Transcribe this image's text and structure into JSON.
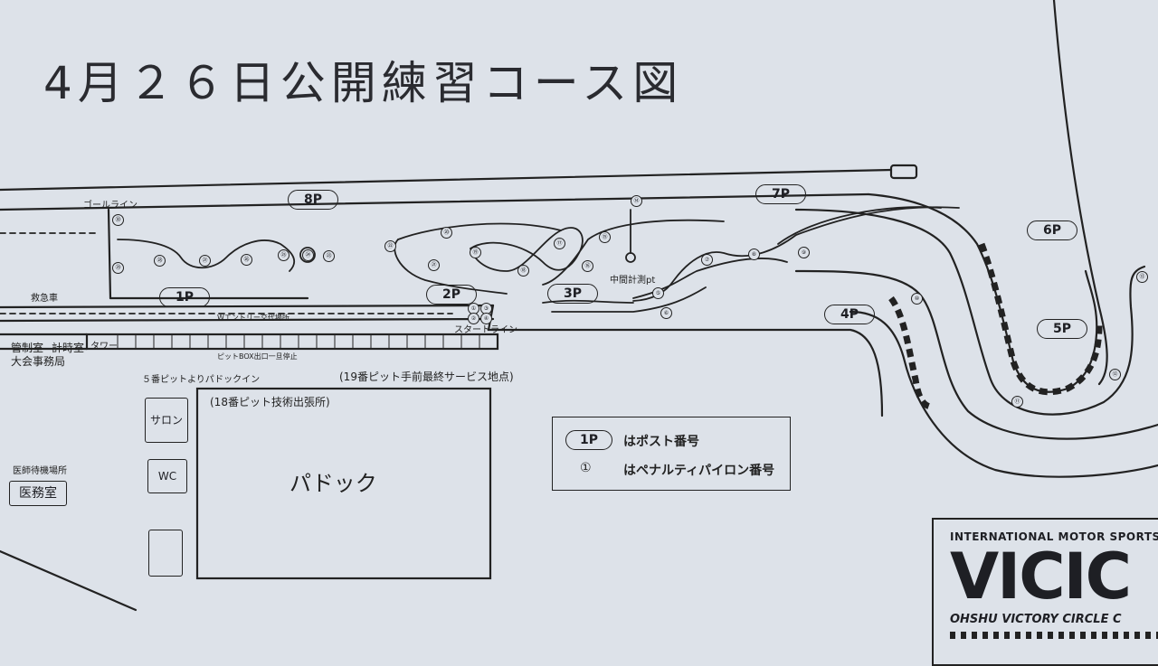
{
  "title": "4月２６日公開練習コース図",
  "labels": {
    "goal_line": "ゴールライン",
    "ambulance": "救急車",
    "w_entry": "Wエントリー交代場所",
    "start_line": "スタートライン",
    "pit_box_exit": "ピットBOX出口一旦停止",
    "control_room": "管制室",
    "timing_room": "計時室",
    "tower": "タワー",
    "office": "大会事務局",
    "paddock_in": "５番ピットよりパドックイン",
    "tech_booth": "(18番ピット技術出張所)",
    "final_service": "(19番ピット手前最終サービス地点)",
    "mid_timing": "中間計測pt",
    "paddock": "パドック",
    "salon": "サロン",
    "wc": "WC",
    "doctor_wait": "医師待機場所",
    "medical_room": "医務室"
  },
  "posts": [
    "1P",
    "2P",
    "3P",
    "4P",
    "5P",
    "6P",
    "7P",
    "8P"
  ],
  "cones": [
    "①",
    "②",
    "③",
    "④",
    "⑤",
    "⑥",
    "⑦",
    "⑧",
    "⑨",
    "⑩",
    "⑪",
    "⑫",
    "⑬",
    "⑭",
    "⑮",
    "⑯",
    "⑰",
    "⑱",
    "⑲",
    "⑳",
    "㉑",
    "㉒",
    "㉓",
    "㉔",
    "㉕",
    "㉖",
    "㉗",
    "㉘",
    "㉙",
    "㉚"
  ],
  "legend": {
    "post_sample": "1P",
    "post_text": "はポスト番号",
    "cone_sample": "①",
    "cone_text": "はペナルティパイロン番号"
  },
  "logo": {
    "top": "INTERNATIONAL MOTOR SPORTS C",
    "big": "VICIC",
    "bottom": "OHSHU  VICTORY  CIRCLE  C"
  }
}
